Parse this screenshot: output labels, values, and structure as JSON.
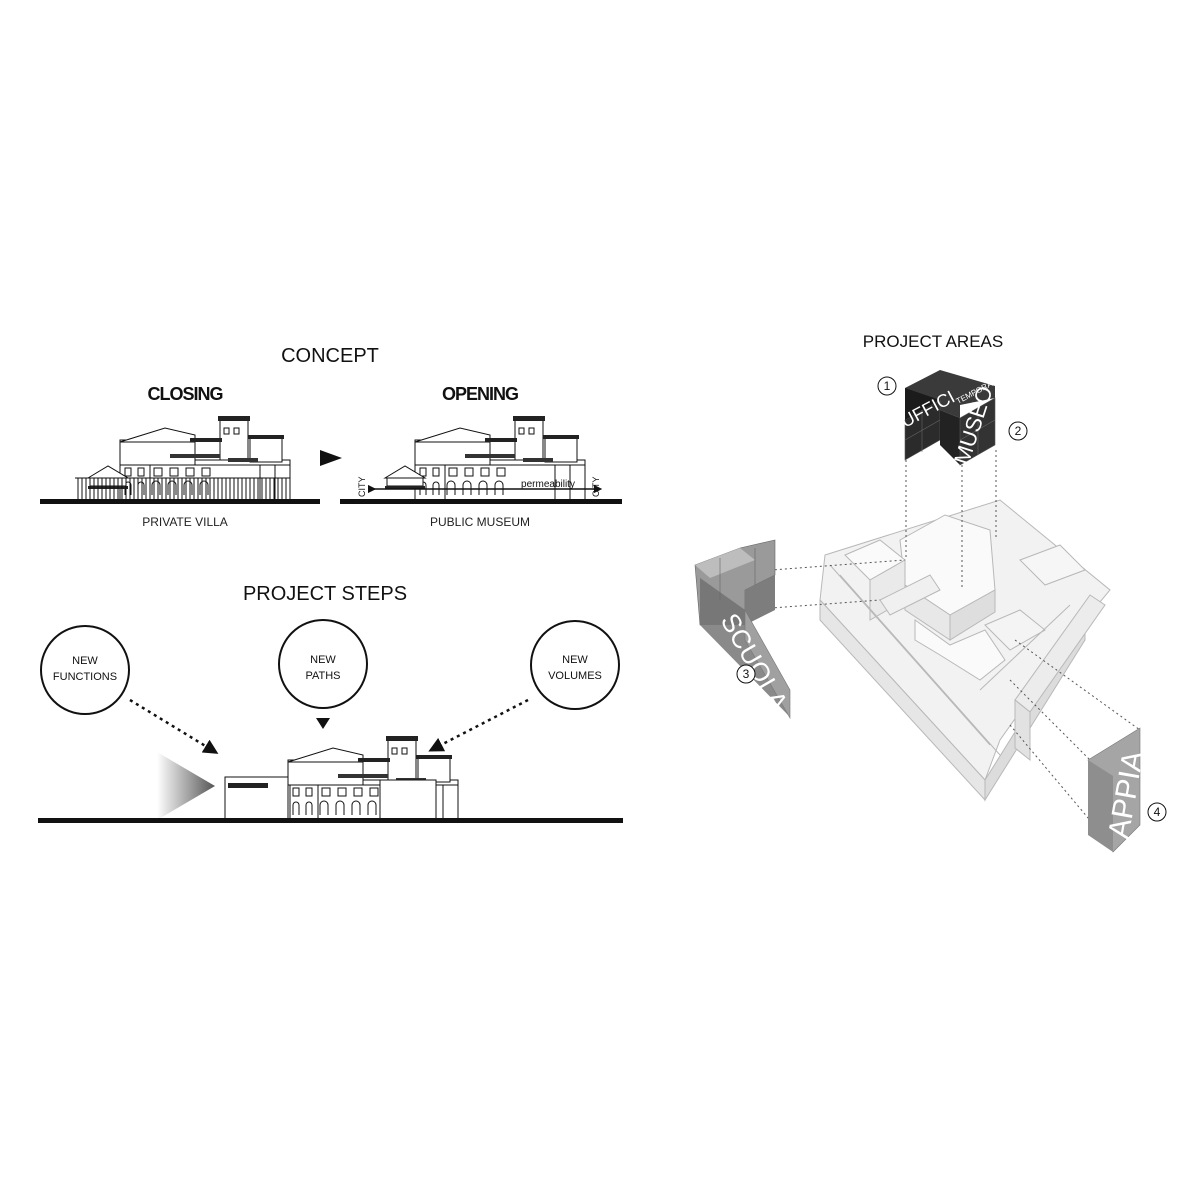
{
  "concept": {
    "title": "CONCEPT",
    "closing": {
      "title": "CLOSING",
      "caption": "PRIVATE VILLA"
    },
    "opening": {
      "title": "OPENING",
      "caption": "PUBLIC MUSEUM",
      "left_label": "CITY",
      "right_label": "CITY",
      "arrow_label": "permeability"
    }
  },
  "steps": {
    "title": "PROJECT STEPS",
    "items": [
      {
        "line1": "NEW",
        "line2": "FUNCTIONS"
      },
      {
        "line1": "NEW",
        "line2": "PATHS"
      },
      {
        "line1": "NEW",
        "line2": "VOLUMES"
      }
    ]
  },
  "areas": {
    "title": "PROJECT AREAS",
    "blocks": {
      "uffici": "UFFICI",
      "temporary": "TEMPORARY",
      "museo": "MUSEO",
      "scuola": "SCUOLA",
      "appia": "APPIA"
    },
    "markers": [
      "1",
      "2",
      "3",
      "4"
    ]
  },
  "colors": {
    "ink": "#111111",
    "dark_block": "#2b2b2b",
    "mid_block": "#8a8a8a",
    "light_line": "#b8b8b8"
  }
}
